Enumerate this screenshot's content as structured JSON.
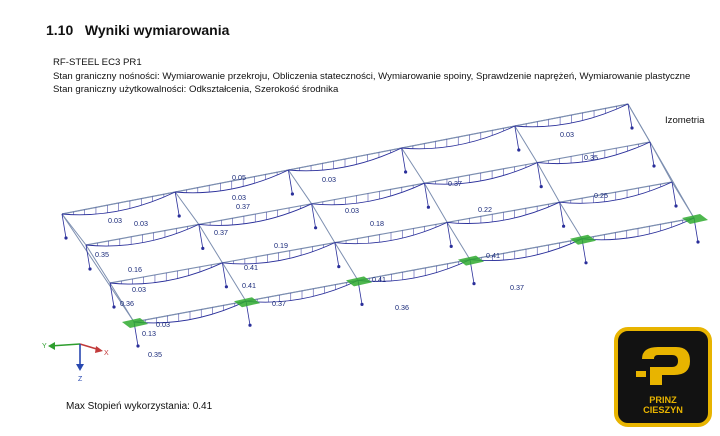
{
  "section": {
    "number": "1.10",
    "title": "Wyniki wymiarowania"
  },
  "info": {
    "module": "RF-STEEL EC3 PR1",
    "uls": "Stan graniczny nośności: Wymiarowanie przekroju, Obliczenia stateczności, Wymiarowanie spoiny, Sprawdzenie naprężeń, Wymiarowanie plastyczne",
    "sls": "Stan graniczny użytkowalności: Odkształcenia, Szerokość środnika"
  },
  "view_label": "Izometria",
  "axes": {
    "x": "X",
    "y": "Y",
    "z": "Z"
  },
  "model_labels": [
    "0.03",
    "0.35",
    "0.03",
    "0.37",
    "0.03",
    "0.18",
    "0.19",
    "0.03",
    "0.37",
    "0.03",
    "0.37",
    "0.03",
    "0.35",
    "0.41",
    "0.16",
    "0.03",
    "0.36",
    "0.37",
    "0.36",
    "0.37",
    "0.35",
    "0.05",
    "0.03",
    "0.41",
    "0.41",
    "0.41",
    "0.25",
    "0.22",
    "0.13"
  ],
  "max_ratio": "Max Stopień wykorzystania: 0.41",
  "logo": {
    "line1": "PRINZ",
    "line2": "CIESZYN"
  },
  "colors": {
    "members": "#7d8fb0",
    "diagram": "#2a2f9a",
    "support": "#2faa2f",
    "logo_bg": "#121212",
    "logo_accent": "#e8b400"
  }
}
